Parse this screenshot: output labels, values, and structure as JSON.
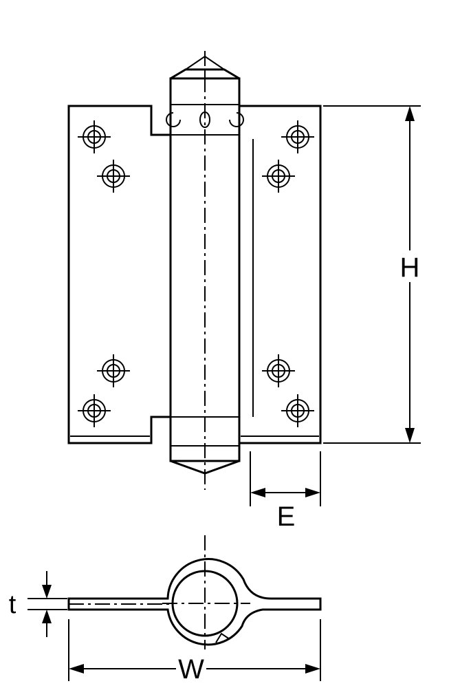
{
  "drawing": {
    "labels": {
      "height": "H",
      "leaf_offset": "E",
      "width": "W",
      "thickness": "t"
    },
    "screw_holes_per_leaf": 4,
    "line_color": "#000000",
    "background_color": "#ffffff"
  }
}
